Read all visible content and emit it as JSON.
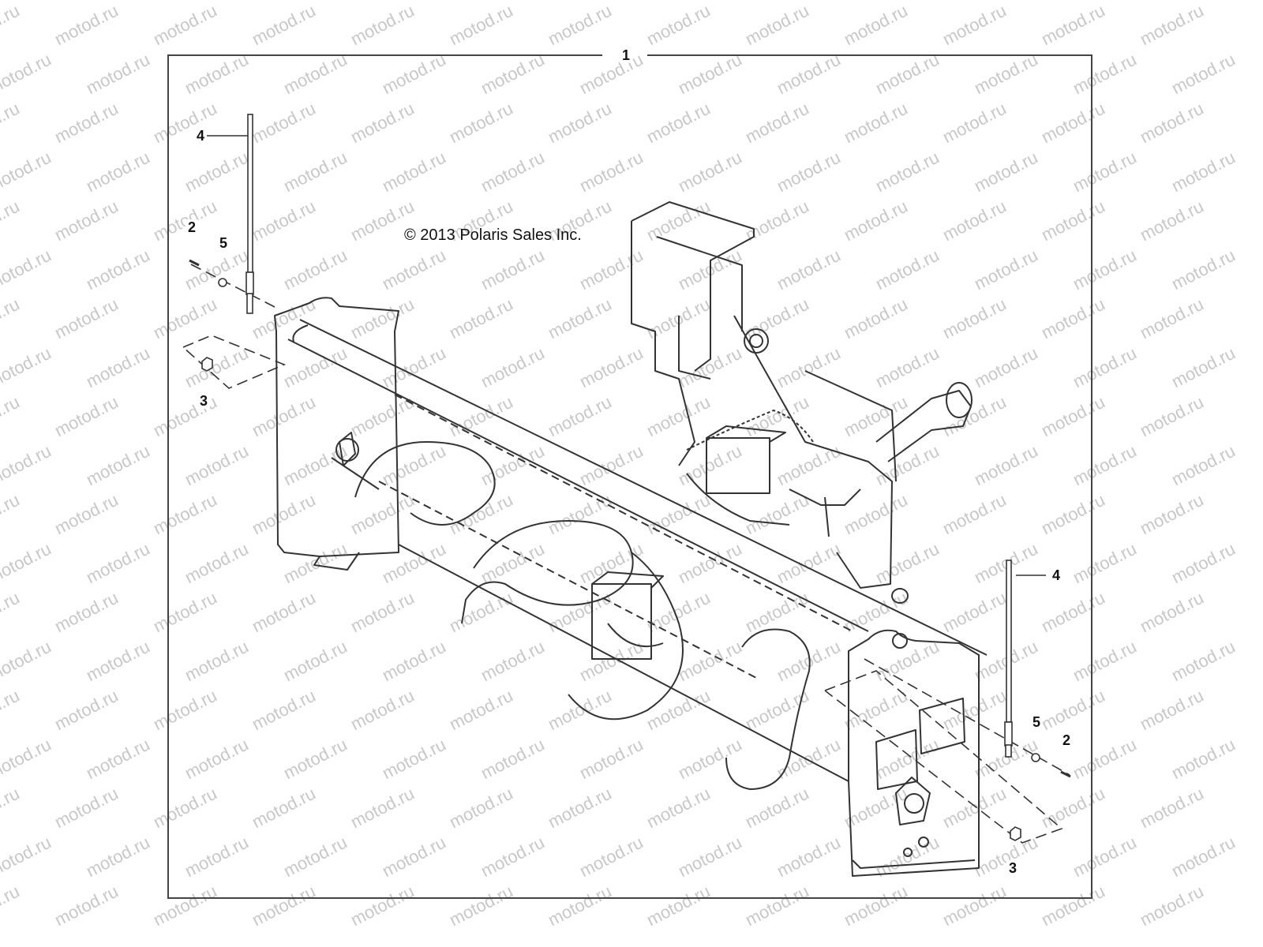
{
  "copyright": "© 2013 Polaris Sales Inc.",
  "watermark": "motod.ru",
  "callouts": {
    "assembly": "1",
    "screw": "2",
    "nut": "3",
    "marker_rod": "4",
    "washer": "5"
  },
  "colors": {
    "line": "#333333",
    "watermark": "#c8c8c8",
    "frame": "#444444"
  }
}
